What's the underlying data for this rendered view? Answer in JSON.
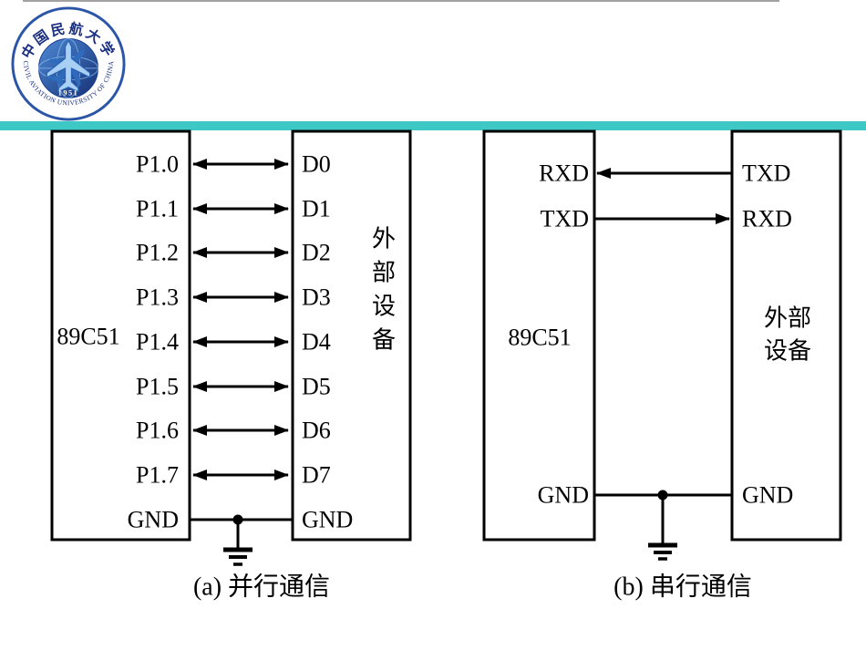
{
  "slide": {
    "background": "#ffffff"
  },
  "accent_bar": {
    "color": "#3EC8C5"
  },
  "logo": {
    "top_arc": "中国民航大学",
    "bottom_arc": "CIVIL AVIATION UNIVERSITY OF CHINA",
    "year": "1951",
    "ring_color": "#2b55a7"
  },
  "diagram_parallel": {
    "caption": "(a) 并行通信",
    "mcu_label": "89C51",
    "device_chars": [
      "外",
      "部",
      "设",
      "备"
    ],
    "mcu_pins": [
      "P1.0",
      "P1.1",
      "P1.2",
      "P1.3",
      "P1.4",
      "P1.5",
      "P1.6",
      "P1.7"
    ],
    "device_pins": [
      "D0",
      "D1",
      "D2",
      "D3",
      "D4",
      "D5",
      "D6",
      "D7"
    ],
    "ground_left": "GND",
    "ground_right": "GND"
  },
  "diagram_serial": {
    "caption": "(b) 串行通信",
    "mcu_label": "89C51",
    "device_lines": [
      "外部",
      "设备"
    ],
    "left_labels": [
      "RXD",
      "TXD",
      "GND"
    ],
    "right_labels": [
      "TXD",
      "RXD",
      "GND"
    ]
  }
}
